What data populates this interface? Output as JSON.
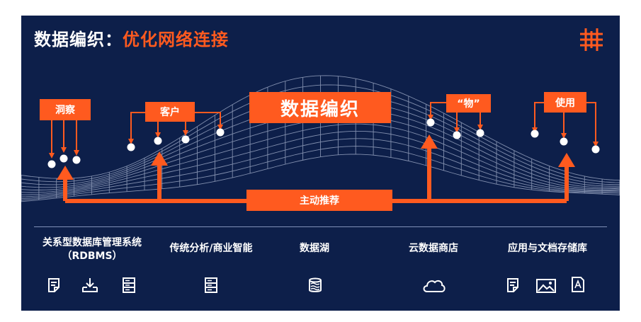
{
  "title": {
    "main": "数据编织：",
    "accent": "优化网络连接"
  },
  "fabric_label": "数据编织",
  "callouts": {
    "insight": "洞察",
    "customer": "客户",
    "things": "“物”",
    "usage": "使用",
    "recommend": "主动推荐"
  },
  "categories": {
    "rdbms_line1": "关系型数据库管理系统",
    "rdbms_line2": "（RDBMS）",
    "bi": "传统分析/商业智能",
    "lake": "数据湖",
    "cloud": "云数据商店",
    "apps": "应用与文档存储库"
  },
  "colors": {
    "background": "#0d1f4a",
    "accent": "#ff5a1f",
    "text": "#ffffff"
  },
  "icons": [
    "logo-icon",
    "document-icon",
    "download-tray-icon",
    "server-stack-icon",
    "database-cylinder-icon",
    "cloud-icon",
    "image-icon",
    "pdf-document-icon"
  ]
}
